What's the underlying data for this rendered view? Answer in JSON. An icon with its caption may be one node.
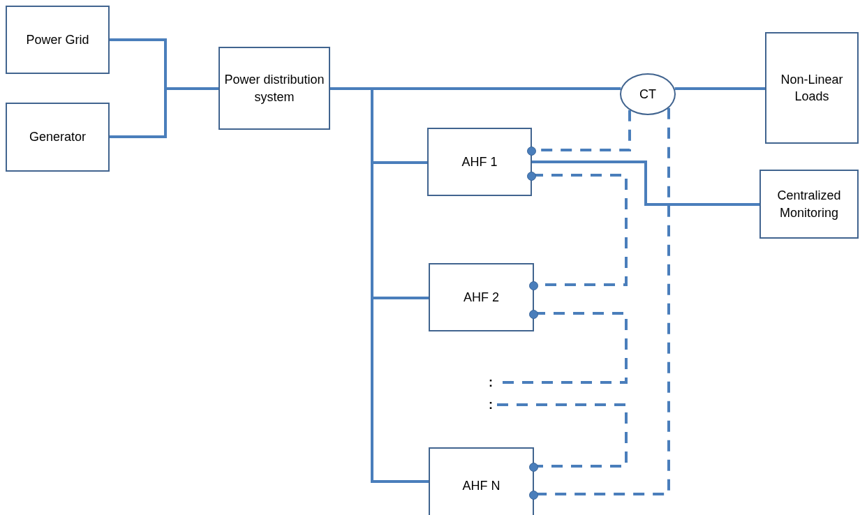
{
  "diagram": {
    "nodes": [
      {
        "text": [
          "Power Grid"
        ]
      },
      {
        "text": [
          "Generator"
        ]
      },
      {
        "text": [
          "Power distribution system"
        ]
      },
      {
        "text": [
          "CT"
        ]
      },
      {
        "text": [
          "Non-Linear Loads"
        ]
      },
      {
        "text": [
          "AHF 1"
        ]
      },
      {
        "text": [
          "Centralized Monitoring"
        ]
      },
      {
        "text": [
          "AHF 2"
        ]
      },
      {
        "text": [
          ":"
        ]
      },
      {
        "text": [
          ":"
        ]
      },
      {
        "text": [
          "AHF N"
        ]
      }
    ],
    "edges": [
      {
        "from": 0,
        "to": 2,
        "arrow": "none"
      },
      {
        "from": 1,
        "to": 2,
        "arrow": "none"
      },
      {
        "from": 2,
        "to": 3,
        "arrow": "none"
      },
      {
        "from": 3,
        "to": 4,
        "arrow": "none"
      },
      {
        "from": 2,
        "to": 5,
        "arrow": "none"
      },
      {
        "from": 2,
        "to": 7,
        "arrow": "none"
      },
      {
        "from": 2,
        "to": 10,
        "arrow": "none"
      },
      {
        "from": 5,
        "to": 6,
        "arrow": "none"
      },
      {
        "from": 3,
        "to": 5,
        "arrow": "none",
        "style": "dashed"
      },
      {
        "from": 5,
        "to": 7,
        "arrow": "none",
        "style": "dashed"
      },
      {
        "from": 7,
        "to": 8,
        "arrow": "none",
        "style": "dashed"
      },
      {
        "from": 9,
        "to": 10,
        "arrow": "none",
        "style": "dashed"
      },
      {
        "from": 3,
        "to": 10,
        "arrow": "none",
        "style": "dashed"
      }
    ]
  }
}
